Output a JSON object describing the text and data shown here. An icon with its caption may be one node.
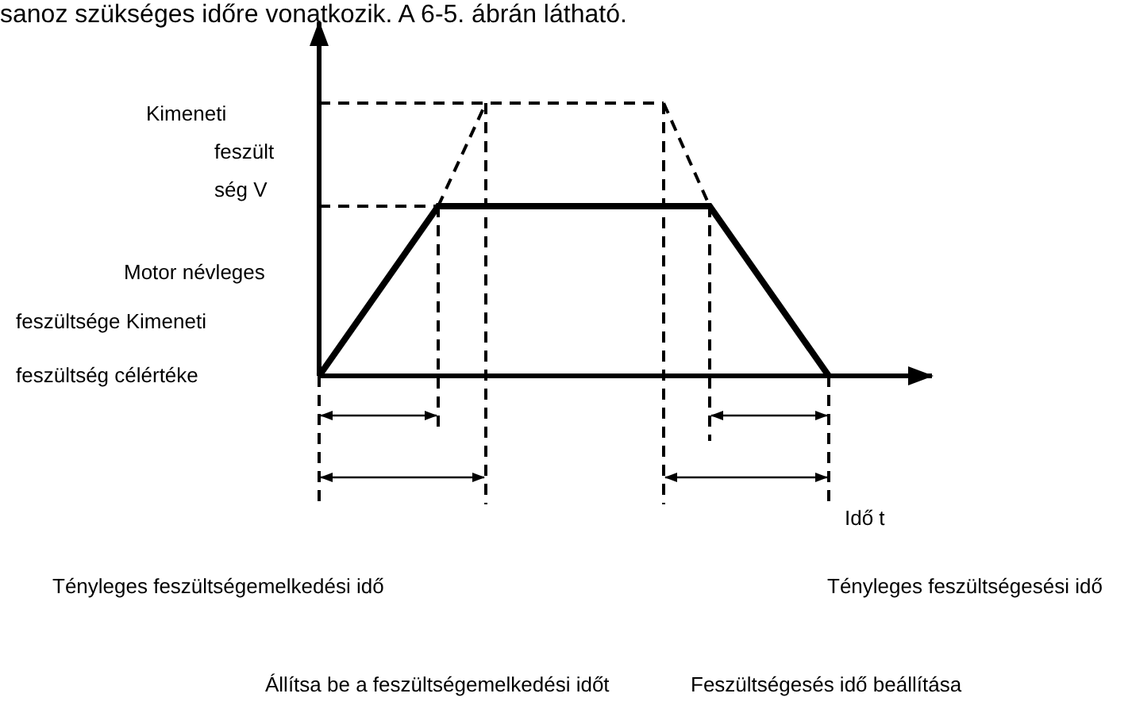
{
  "diagram": {
    "labels": [
      "sanoz szükséges időre vonatkozik. A 6-5. ábrán látható.",
      "Kimeneti",
      "feszült",
      "ség V",
      "Motor névleges",
      "feszültsége Kimeneti",
      "feszültség célértéke",
      "Idő t",
      "Tényleges feszültségemelkedési idő",
      "Tényleges feszültségesési idő",
      "Állítsa be a feszültségemelkedési időt",
      "Feszültségesés idő beállítása"
    ]
  }
}
